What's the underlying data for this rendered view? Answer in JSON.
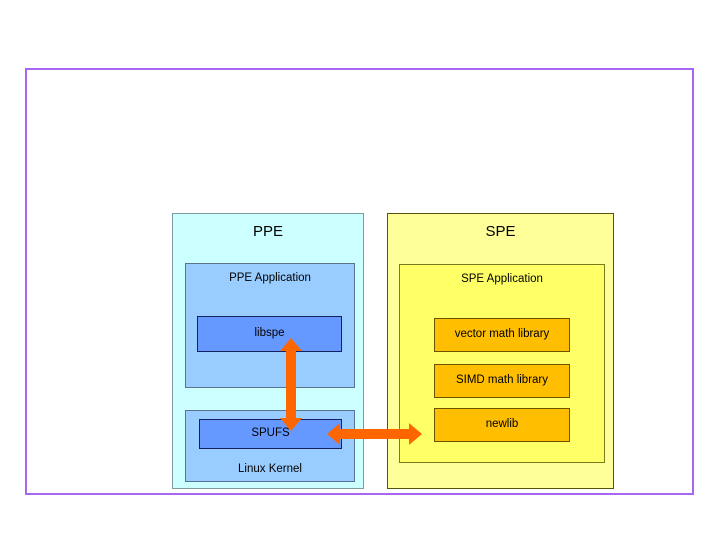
{
  "diagram": {
    "type": "block-diagram",
    "frame": {
      "border_color": "#a866f5",
      "background": "#ffffff"
    },
    "columns": [
      {
        "id": "ppe",
        "title": "PPE",
        "fill": "#ccffff",
        "blocks": [
          {
            "id": "ppe-application",
            "title": "PPE Application",
            "fill": "#99ccff",
            "children": [
              {
                "id": "libspe",
                "title": "libspe",
                "fill": "#6699ff"
              }
            ]
          },
          {
            "id": "linux-kernel",
            "title": "Linux Kernel",
            "fill": "#99ccff",
            "children": [
              {
                "id": "spufs",
                "title": "SPUFS",
                "fill": "#6699ff"
              }
            ]
          }
        ]
      },
      {
        "id": "spe",
        "title": "SPE",
        "fill": "#ffff99",
        "blocks": [
          {
            "id": "spe-application",
            "title": "SPE Application",
            "fill": "#ffff66",
            "children": [
              {
                "id": "vector-math-library",
                "title": "vector math library",
                "fill": "#ffbf00"
              },
              {
                "id": "simd-math-library",
                "title": "SIMD math library",
                "fill": "#ffbf00"
              },
              {
                "id": "newlib",
                "title": "newlib",
                "fill": "#ffbf00"
              }
            ]
          }
        ]
      }
    ],
    "connectors": [
      {
        "id": "libspe-spufs",
        "orientation": "vertical",
        "style": "double-headed-arrow",
        "color": "#ff6600",
        "from": "libspe",
        "to": "spufs"
      },
      {
        "id": "spufs-spe",
        "orientation": "horizontal",
        "style": "double-headed-arrow",
        "color": "#ff6600",
        "from": "spufs",
        "to": "spe-application"
      }
    ]
  }
}
